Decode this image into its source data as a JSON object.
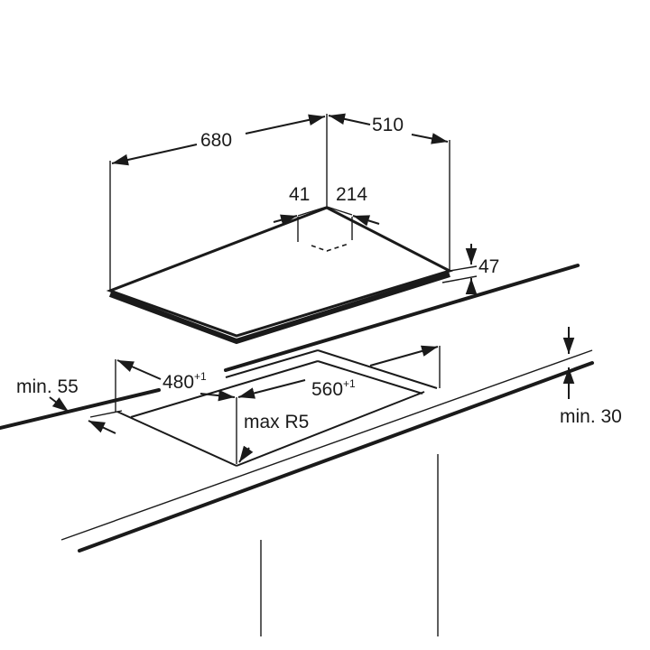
{
  "diagram": {
    "title": "Built-in hob installation dimensions",
    "hob": {
      "width": "680",
      "depth": "510",
      "offset_left": "41",
      "offset_right": "214",
      "height": "47"
    },
    "cutout": {
      "width": "480",
      "width_tolerance": "+1",
      "length": "560",
      "length_tolerance": "+1",
      "corner_radius": "max R5",
      "edge_distance": "min. 55",
      "worktop_thickness": "min. 30"
    },
    "colors": {
      "line": "#1a1a1a",
      "background": "#ffffff"
    }
  }
}
